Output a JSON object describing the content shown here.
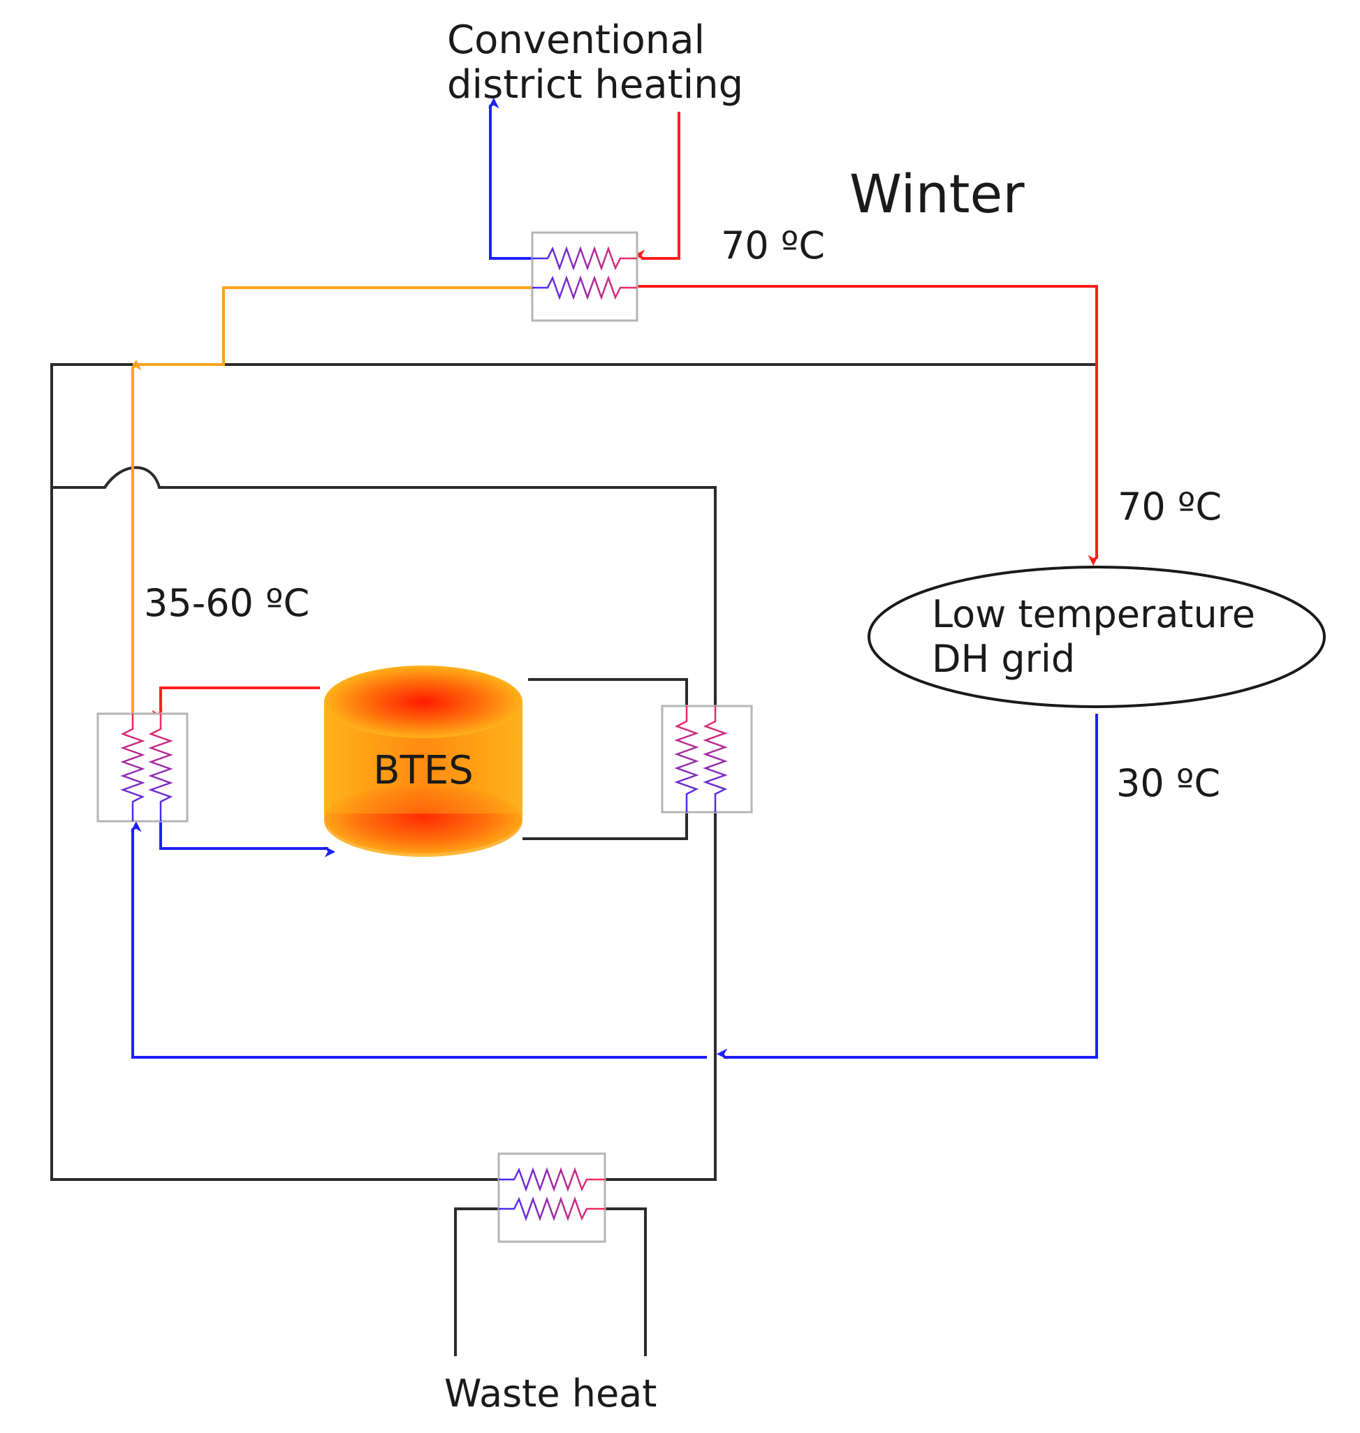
{
  "title": "Winter",
  "nodes": {
    "conventional_dh": {
      "line1": "Conventional",
      "line2": "district heating"
    },
    "low_temp_grid": {
      "line1": "Low temperature",
      "line2": "DH grid"
    },
    "btes": {
      "label": "BTES"
    },
    "waste_heat": {
      "label": "Waste heat"
    }
  },
  "temperatures": {
    "top_supply": "70 ºC",
    "grid_supply": "70 ºC",
    "grid_return": "30 ºC",
    "btes_output": "35-60 ºC"
  },
  "colors": {
    "hot": "#ff1f1f",
    "cold": "#1f1fff",
    "warm": "#ffa31a",
    "neutral": "#2b2b2b",
    "btes_outer": "#ffb21a",
    "btes_inner": "#ff1a00"
  }
}
